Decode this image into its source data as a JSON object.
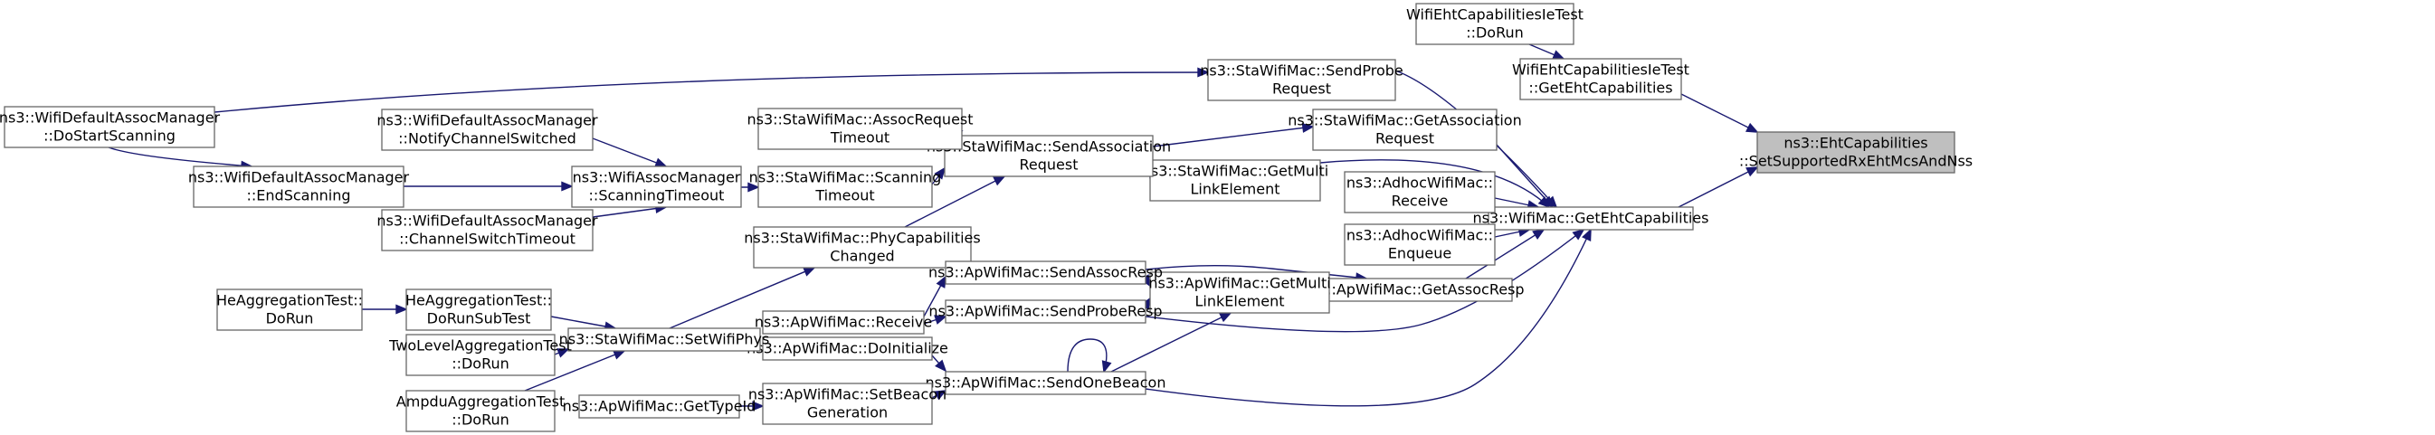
{
  "graph": {
    "kind": "caller-graph",
    "colors": {
      "edge": "#191970",
      "node_border": "#666666",
      "node_fill": "#ffffff",
      "root_fill": "#bfbfbf"
    },
    "nodes": [
      {
        "id": "ehtcap-setsupported",
        "lines": [
          "ns3::EhtCapabilities",
          "::SetSupportedRxEhtMcsAndNss"
        ],
        "root": true
      },
      {
        "id": "wifiehtcapie-getehtcap",
        "lines": [
          "WifiEhtCapabilitiesIeTest",
          "::GetEhtCapabilities"
        ]
      },
      {
        "id": "wifiehtcapie-dorun",
        "lines": [
          "WifiEhtCapabilitiesIeTest",
          "::DoRun"
        ]
      },
      {
        "id": "wifimac-getehtcap",
        "lines": [
          "ns3::WifiMac::GetEhtCapabilities"
        ]
      },
      {
        "id": "sta-sendprobereq",
        "lines": [
          "ns3::StaWifiMac::SendProbe",
          "Request"
        ]
      },
      {
        "id": "sta-getassocreq",
        "lines": [
          "ns3::StaWifiMac::GetAssociation",
          "Request"
        ]
      },
      {
        "id": "sta-getmultilink",
        "lines": [
          "ns3::StaWifiMac::GetMulti",
          "LinkElement"
        ]
      },
      {
        "id": "adhoc-receive",
        "lines": [
          "ns3::AdhocWifiMac::",
          "Receive"
        ]
      },
      {
        "id": "adhoc-enqueue",
        "lines": [
          "ns3::AdhocWifiMac::",
          "Enqueue"
        ]
      },
      {
        "id": "ap-getassocresp",
        "lines": [
          "ns3::ApWifiMac::GetAssocResp"
        ]
      },
      {
        "id": "sta-sendassocreq",
        "lines": [
          "ns3::StaWifiMac::SendAssociation",
          "Request"
        ]
      },
      {
        "id": "sta-assocreqtimeout",
        "lines": [
          "ns3::StaWifiMac::AssocRequest",
          "Timeout"
        ]
      },
      {
        "id": "sta-scanningtimeout",
        "lines": [
          "ns3::StaWifiMac::Scanning",
          "Timeout"
        ]
      },
      {
        "id": "sta-phycapchanged",
        "lines": [
          "ns3::StaWifiMac::PhyCapabilities",
          "Changed"
        ]
      },
      {
        "id": "assocmgr-scanningtimeout",
        "lines": [
          "ns3::WifiAssocManager",
          "::ScanningTimeout"
        ]
      },
      {
        "id": "dflt-notifychannel",
        "lines": [
          "ns3::WifiDefaultAssocManager",
          "::NotifyChannelSwitched"
        ]
      },
      {
        "id": "dflt-endscanning",
        "lines": [
          "ns3::WifiDefaultAssocManager",
          "::EndScanning"
        ]
      },
      {
        "id": "dflt-chswitchtimeout",
        "lines": [
          "ns3::WifiDefaultAssocManager",
          "::ChannelSwitchTimeout"
        ]
      },
      {
        "id": "dflt-dostartscanning",
        "lines": [
          "ns3::WifiDefaultAssocManager",
          "::DoStartScanning"
        ]
      },
      {
        "id": "ap-getmultilink",
        "lines": [
          "ns3::ApWifiMac::GetMulti",
          "LinkElement"
        ]
      },
      {
        "id": "ap-sendassocresp",
        "lines": [
          "ns3::ApWifiMac::SendAssocResp"
        ]
      },
      {
        "id": "ap-sendproberesp",
        "lines": [
          "ns3::ApWifiMac::SendProbeResp"
        ]
      },
      {
        "id": "ap-sendonebeacon",
        "lines": [
          "ns3::ApWifiMac::SendOneBeacon"
        ]
      },
      {
        "id": "ap-receive",
        "lines": [
          "ns3::ApWifiMac::Receive"
        ]
      },
      {
        "id": "ap-doinitialize",
        "lines": [
          "ns3::ApWifiMac::DoInitialize"
        ]
      },
      {
        "id": "ap-setbeacongen",
        "lines": [
          "ns3::ApWifiMac::SetBeacon",
          "Generation"
        ]
      },
      {
        "id": "ap-gettypeid",
        "lines": [
          "ns3::ApWifiMac::GetTypeId"
        ]
      },
      {
        "id": "sta-setwifiphys",
        "lines": [
          "ns3::StaWifiMac::SetWifiPhys"
        ]
      },
      {
        "id": "heagg-dorunsubtest",
        "lines": [
          "HeAggregationTest::",
          "DoRunSubTest"
        ]
      },
      {
        "id": "heagg-dorun",
        "lines": [
          "HeAggregationTest::",
          "DoRun"
        ]
      },
      {
        "id": "twolevel-dorun",
        "lines": [
          "TwoLevelAggregationTest",
          "::DoRun"
        ]
      },
      {
        "id": "ampdu-dorun",
        "lines": [
          "AmpduAggregationTest",
          "::DoRun"
        ]
      }
    ],
    "edges": [
      {
        "from": "wifiehtcapie-getehtcap",
        "to": "ehtcap-setsupported"
      },
      {
        "from": "wifimac-getehtcap",
        "to": "ehtcap-setsupported"
      },
      {
        "from": "wifiehtcapie-dorun",
        "to": "wifiehtcapie-getehtcap"
      },
      {
        "from": "sta-sendprobereq",
        "to": "wifimac-getehtcap"
      },
      {
        "from": "sta-getassocreq",
        "to": "wifimac-getehtcap"
      },
      {
        "from": "sta-getmultilink",
        "to": "wifimac-getehtcap"
      },
      {
        "from": "adhoc-receive",
        "to": "wifimac-getehtcap"
      },
      {
        "from": "adhoc-enqueue",
        "to": "wifimac-getehtcap"
      },
      {
        "from": "ap-getassocresp",
        "to": "wifimac-getehtcap"
      },
      {
        "from": "ap-sendproberesp",
        "to": "wifimac-getehtcap"
      },
      {
        "from": "ap-sendonebeacon",
        "to": "wifimac-getehtcap"
      },
      {
        "from": "dflt-dostartscanning",
        "to": "sta-sendprobereq"
      },
      {
        "from": "sta-sendassocreq",
        "to": "sta-getassocreq"
      },
      {
        "from": "sta-sendassocreq",
        "to": "sta-getmultilink"
      },
      {
        "from": "sta-sendassocreq",
        "to": "sta-assocreqtimeout"
      },
      {
        "from": "sta-scanningtimeout",
        "to": "sta-sendassocreq"
      },
      {
        "from": "sta-phycapchanged",
        "to": "sta-sendassocreq"
      },
      {
        "from": "assocmgr-scanningtimeout",
        "to": "sta-scanningtimeout"
      },
      {
        "from": "dflt-notifychannel",
        "to": "assocmgr-scanningtimeout"
      },
      {
        "from": "dflt-endscanning",
        "to": "assocmgr-scanningtimeout"
      },
      {
        "from": "dflt-chswitchtimeout",
        "to": "assocmgr-scanningtimeout"
      },
      {
        "from": "dflt-dostartscanning",
        "to": "dflt-endscanning"
      },
      {
        "from": "ap-getmultilink",
        "to": "ap-getassocresp"
      },
      {
        "from": "ap-sendassocresp",
        "to": "ap-getassocresp"
      },
      {
        "from": "ap-sendassocresp",
        "to": "ap-getmultilink"
      },
      {
        "from": "ap-sendproberesp",
        "to": "ap-getmultilink"
      },
      {
        "from": "ap-sendonebeacon",
        "to": "ap-getmultilink"
      },
      {
        "from": "ap-sendonebeacon",
        "to": "ap-sendonebeacon"
      },
      {
        "from": "ap-receive",
        "to": "ap-sendassocresp"
      },
      {
        "from": "ap-receive",
        "to": "ap-sendproberesp"
      },
      {
        "from": "ap-doinitialize",
        "to": "ap-sendonebeacon"
      },
      {
        "from": "ap-setbeacongen",
        "to": "ap-sendonebeacon"
      },
      {
        "from": "ap-gettypeid",
        "to": "ap-setbeacongen"
      },
      {
        "from": "sta-setwifiphys",
        "to": "sta-phycapchanged"
      },
      {
        "from": "heagg-dorunsubtest",
        "to": "sta-setwifiphys"
      },
      {
        "from": "twolevel-dorun",
        "to": "sta-setwifiphys"
      },
      {
        "from": "ampdu-dorun",
        "to": "sta-setwifiphys"
      },
      {
        "from": "heagg-dorun",
        "to": "heagg-dorunsubtest"
      }
    ]
  }
}
